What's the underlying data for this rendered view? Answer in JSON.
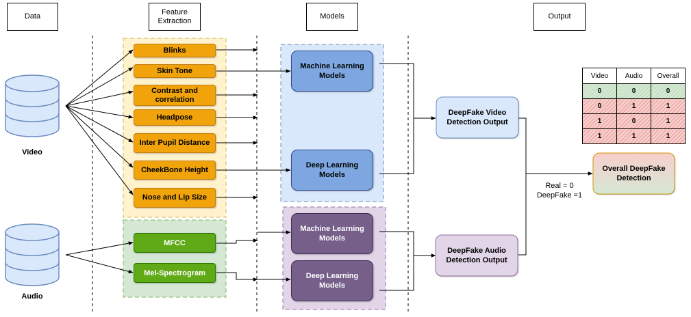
{
  "headers": {
    "data": "Data",
    "feature_line1": "Feature",
    "feature_line2": "Extraction",
    "models": "Models",
    "output": "Output"
  },
  "sources": {
    "video": "Video",
    "audio": "Audio"
  },
  "video_features": [
    "Blinks",
    "Skin Tone",
    "Contrast and correlation",
    "Headpose",
    "Inter Pupil Distance",
    "CheekBone Height",
    "Nose and Lip Size"
  ],
  "audio_features": [
    "MFCC",
    "Mel-Spectrogram"
  ],
  "models": {
    "ml_line1": "Machine Learning",
    "ml_line2": "Models",
    "dl_line1": "Deep Learning",
    "dl_line2": "Models"
  },
  "outputs": {
    "video_line1": "DeepFake Video",
    "video_line2": "Detection Output",
    "audio_line1": "DeepFake Audio",
    "audio_line2": "Detection Output",
    "overall_line1": "Overall DeepFake",
    "overall_line2": "Detection"
  },
  "legend": {
    "real": "Real = 0",
    "fake": "DeepFake =1"
  },
  "truth_table": {
    "columns": [
      "Video",
      "Audio",
      "Overall"
    ],
    "rows": [
      [
        "0",
        "0",
        "0"
      ],
      [
        "0",
        "1",
        "1"
      ],
      [
        "1",
        "0",
        "1"
      ],
      [
        "1",
        "1",
        "1"
      ]
    ]
  },
  "colors": {
    "feature_orange": "#f0a30a",
    "feature_green": "#60a917",
    "model_blue": "#7ea6e0",
    "model_purple": "#76608a",
    "group_yellow": "#fff2cc",
    "group_blue": "#dae8fc",
    "group_purple": "#e1d5e7",
    "group_green": "#d5e8d4"
  }
}
